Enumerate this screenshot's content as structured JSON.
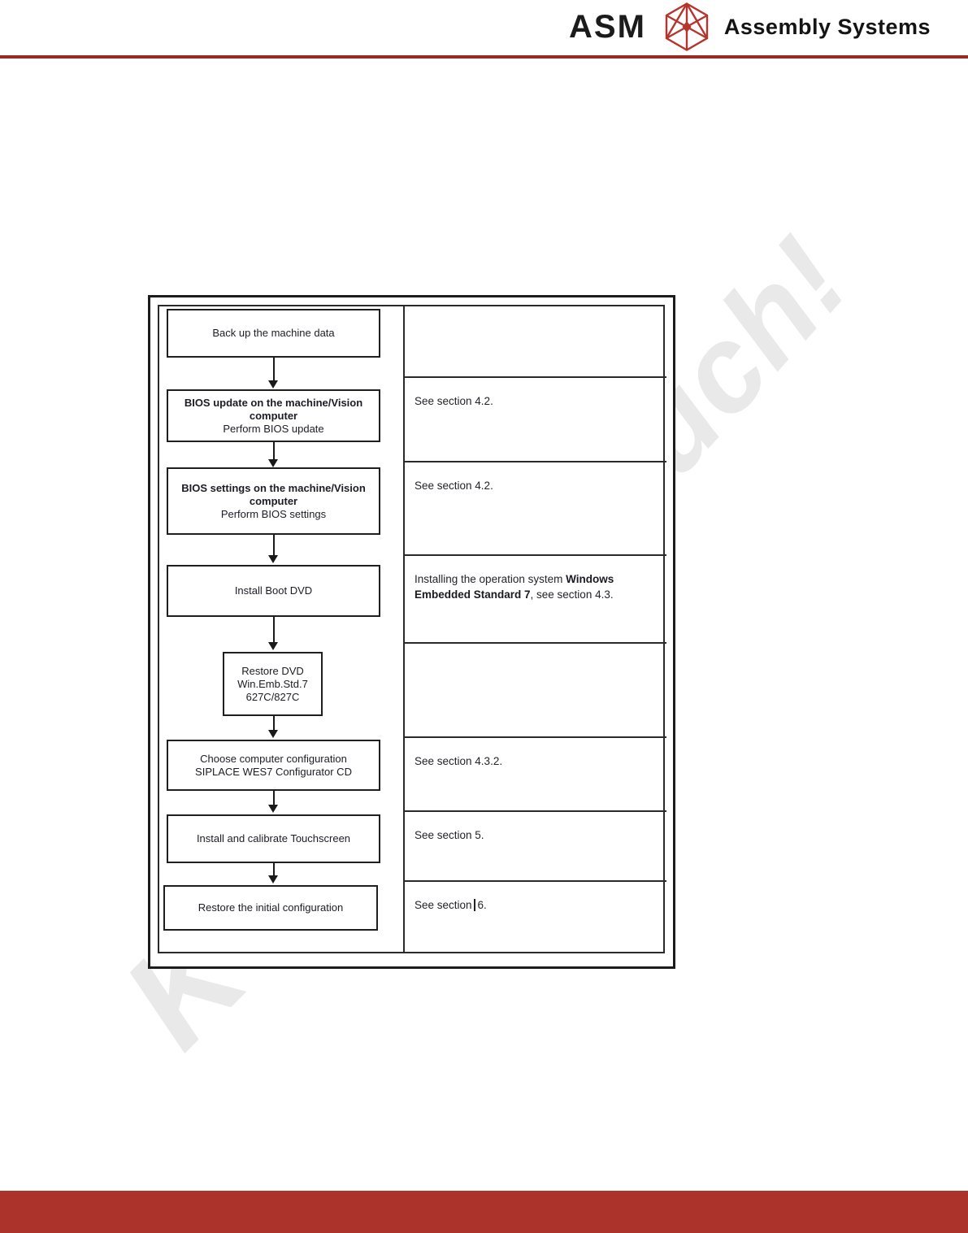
{
  "header": {
    "brand": "ASM",
    "company": "Assembly Systems"
  },
  "colors": {
    "header_rule": "#9d2a22",
    "footer_bar": "#ac332b",
    "logo_red": "#b5342c",
    "watermark_gray": "#e9e9e9"
  },
  "watermark": {
    "fragment_start": "K",
    "fragment_end": "uch!"
  },
  "flowchart": {
    "boxes": {
      "b1": {
        "l1": "Back up the machine data"
      },
      "b2": {
        "l1": "BIOS update on the machine/Vision",
        "l2": "computer",
        "l3": "Perform BIOS update"
      },
      "b3": {
        "l1": "BIOS settings on the machine/Vision",
        "l2": "computer",
        "l3": "Perform BIOS settings"
      },
      "b4": {
        "l1": "Install Boot DVD"
      },
      "b5": {
        "l1": "Restore DVD",
        "l2": "Win.Emb.Std.7",
        "l3": "627C/827C"
      },
      "b6": {
        "l1": "Choose computer configuration",
        "l2": "SIPLACE WES7 Configurator CD"
      },
      "b7": {
        "l1": "Install and calibrate Touchscreen"
      },
      "b8": {
        "l1": "Restore the initial configuration"
      }
    },
    "notes": {
      "n2": "See section 4.2.",
      "n3": "See section 4.2.",
      "n4_pre": "Installing the operation system ",
      "n4_bold": "Windows Embedded Standard 7",
      "n4_post": ", see section 4.3.",
      "n6": "See section 4.3.2.",
      "n7": "See section 5.",
      "n8_pre": "See section",
      "n8_post": "6."
    }
  }
}
